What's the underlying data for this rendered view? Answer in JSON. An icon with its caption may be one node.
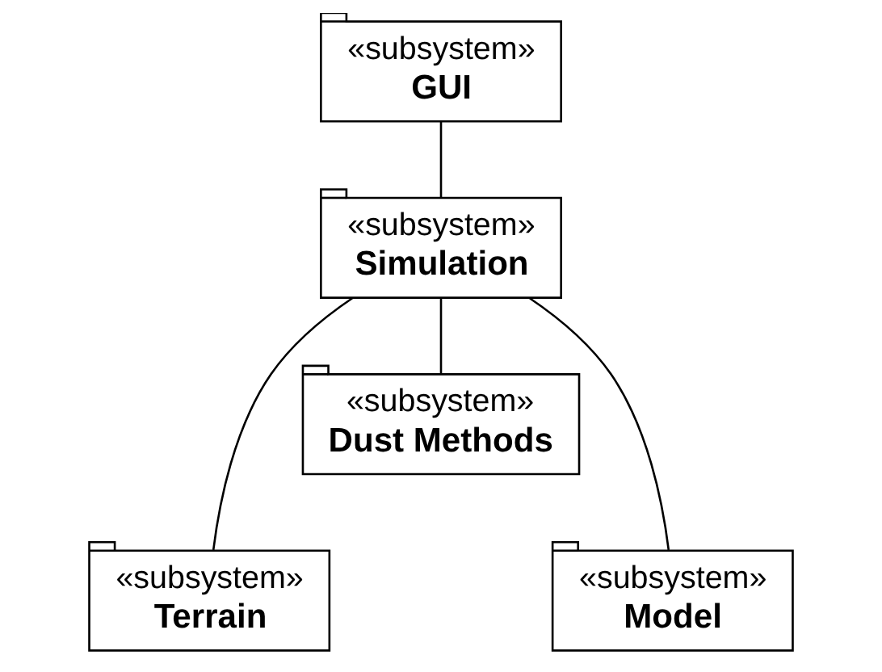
{
  "diagram": {
    "nodes": [
      {
        "text": [
          "«subsystem»",
          "GUI"
        ]
      },
      {
        "text": [
          "«subsystem»",
          "Simulation"
        ]
      },
      {
        "text": [
          "«subsystem»",
          "Terrain"
        ]
      },
      {
        "text": [
          "«subsystem»",
          "Dust Methods"
        ]
      },
      {
        "text": [
          "«subsystem»",
          "Model"
        ]
      }
    ],
    "edges": [
      {
        "from": 0,
        "to": 1,
        "arrow": "none"
      },
      {
        "from": 1,
        "to": 2,
        "arrow": "none"
      },
      {
        "from": 1,
        "to": 3,
        "arrow": "none"
      },
      {
        "from": 1,
        "to": 4,
        "arrow": "none"
      }
    ]
  }
}
